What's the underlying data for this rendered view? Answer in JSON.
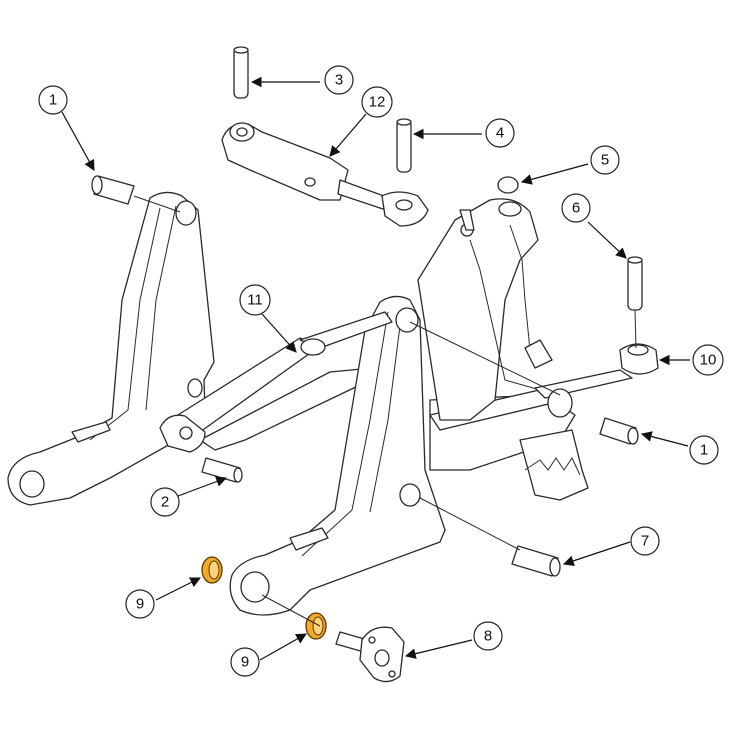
{
  "colors": {
    "line": "#2a2a2a",
    "bushing": "#f2a928",
    "background": "#ffffff"
  },
  "callouts": [
    {
      "label": "1"
    },
    {
      "label": "2"
    },
    {
      "label": "3"
    },
    {
      "label": "4"
    },
    {
      "label": "5"
    },
    {
      "label": "6"
    },
    {
      "label": "7"
    },
    {
      "label": "8"
    },
    {
      "label": "9"
    },
    {
      "label": "9"
    },
    {
      "label": "10"
    },
    {
      "label": "11"
    },
    {
      "label": "12"
    },
    {
      "label": "1"
    }
  ]
}
